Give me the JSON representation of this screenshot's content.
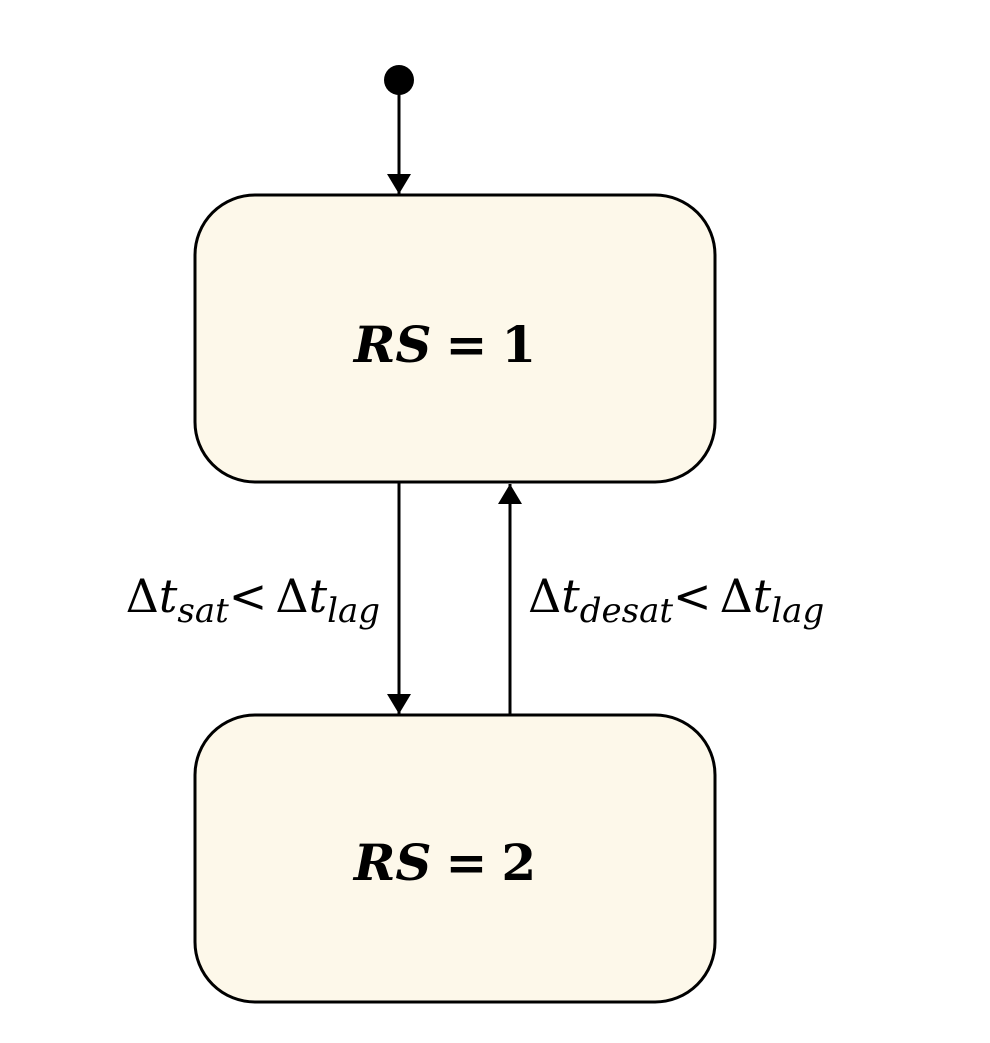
{
  "colors": {
    "state_fill": "#fdf8ea",
    "stroke": "#000000",
    "background": "#ffffff"
  },
  "states": [
    {
      "id": "rs1",
      "variable": "RS",
      "operator": "=",
      "value": "1"
    },
    {
      "id": "rs2",
      "variable": "RS",
      "operator": "=",
      "value": "2"
    }
  ],
  "transitions": [
    {
      "from": "rs1",
      "to": "rs2",
      "condition": {
        "lhs_symbol": "Δ",
        "lhs_var": "t",
        "lhs_sub": "sat",
        "operator": "<",
        "rhs_symbol": "Δ",
        "rhs_var": "t",
        "rhs_sub": "lag"
      }
    },
    {
      "from": "rs2",
      "to": "rs1",
      "condition": {
        "lhs_symbol": "Δ",
        "lhs_var": "t",
        "lhs_sub": "desat",
        "operator": "<",
        "rhs_symbol": "Δ",
        "rhs_var": "t",
        "rhs_sub": "lag"
      }
    }
  ]
}
